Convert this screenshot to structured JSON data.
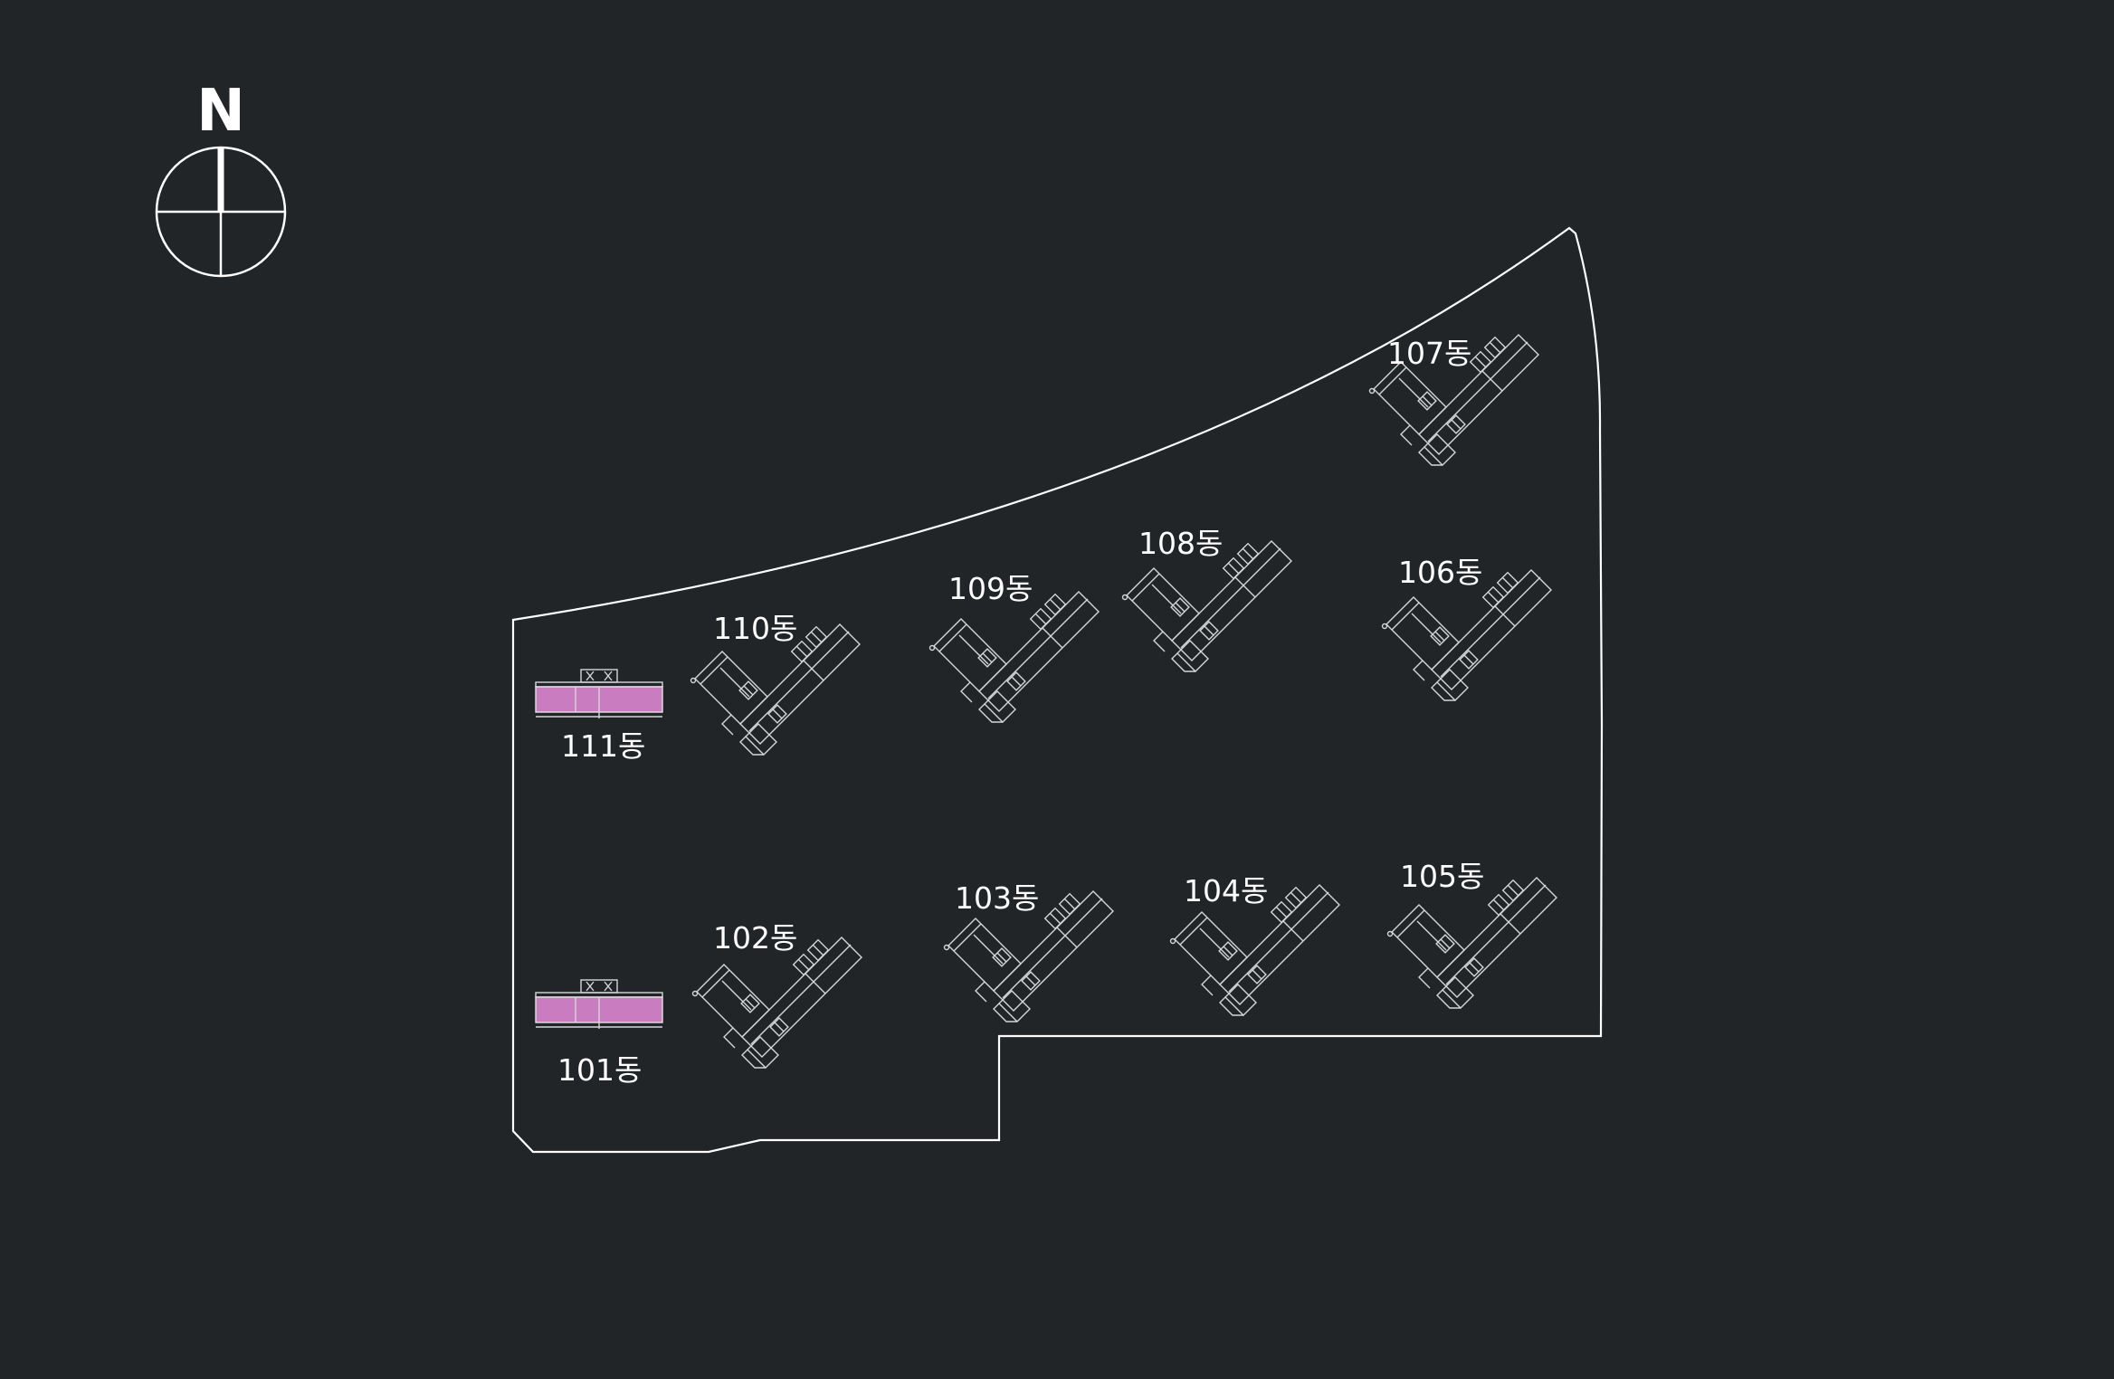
{
  "compass": {
    "label": "N"
  },
  "buildings": [
    {
      "id": "101",
      "label": "101동",
      "type": "flat",
      "highlighted": true
    },
    {
      "id": "102",
      "label": "102동",
      "type": "tower",
      "highlighted": false
    },
    {
      "id": "103",
      "label": "103동",
      "type": "tower",
      "highlighted": false
    },
    {
      "id": "104",
      "label": "104동",
      "type": "tower",
      "highlighted": false
    },
    {
      "id": "105",
      "label": "105동",
      "type": "tower",
      "highlighted": false
    },
    {
      "id": "106",
      "label": "106동",
      "type": "tower",
      "highlighted": false
    },
    {
      "id": "107",
      "label": "107동",
      "type": "tower",
      "highlighted": false
    },
    {
      "id": "108",
      "label": "108동",
      "type": "tower",
      "highlighted": false
    },
    {
      "id": "109",
      "label": "109동",
      "type": "tower",
      "highlighted": false
    },
    {
      "id": "110",
      "label": "110동",
      "type": "tower",
      "highlighted": false
    },
    {
      "id": "111",
      "label": "111동",
      "type": "flat",
      "highlighted": true
    }
  ],
  "colors": {
    "background": "#212528",
    "line": "#ffffff",
    "highlight": "#c97cc0"
  }
}
